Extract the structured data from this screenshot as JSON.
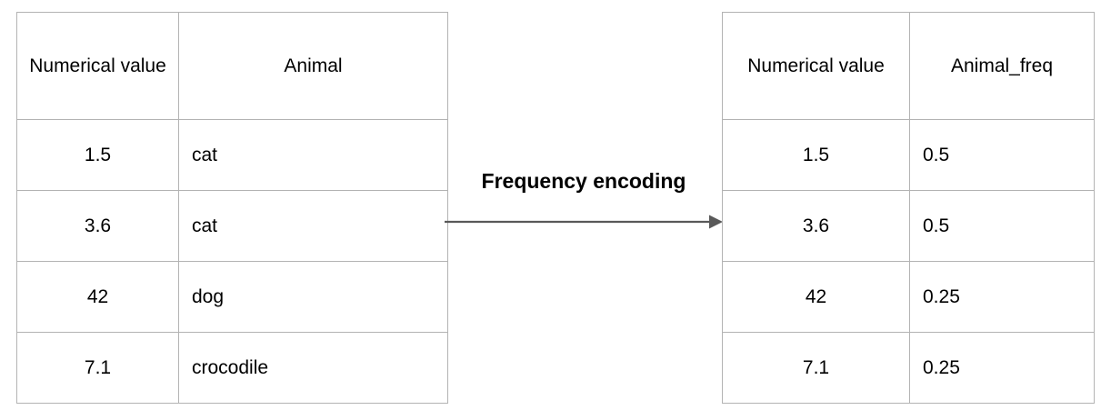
{
  "diagram": {
    "title_text": "Frequency encoding",
    "arrow_icon": "arrow-right-icon",
    "colors": {
      "border": "#b3b3b3",
      "text": "#000000",
      "arrow": "#595959",
      "background": "#ffffff"
    }
  },
  "source_table": {
    "headers": [
      "Numerical value",
      "Animal"
    ],
    "rows": [
      {
        "value": "1.5",
        "animal": "cat"
      },
      {
        "value": "3.6",
        "animal": "cat"
      },
      {
        "value": "42",
        "animal": "dog"
      },
      {
        "value": "7.1",
        "animal": "crocodile"
      }
    ]
  },
  "encoded_table": {
    "headers": [
      "Numerical value",
      "Animal_freq"
    ],
    "rows": [
      {
        "value": "1.5",
        "animal_freq": "0.5"
      },
      {
        "value": "3.6",
        "animal_freq": "0.5"
      },
      {
        "value": "42",
        "animal_freq": "0.25"
      },
      {
        "value": "7.1",
        "animal_freq": "0.25"
      }
    ]
  }
}
